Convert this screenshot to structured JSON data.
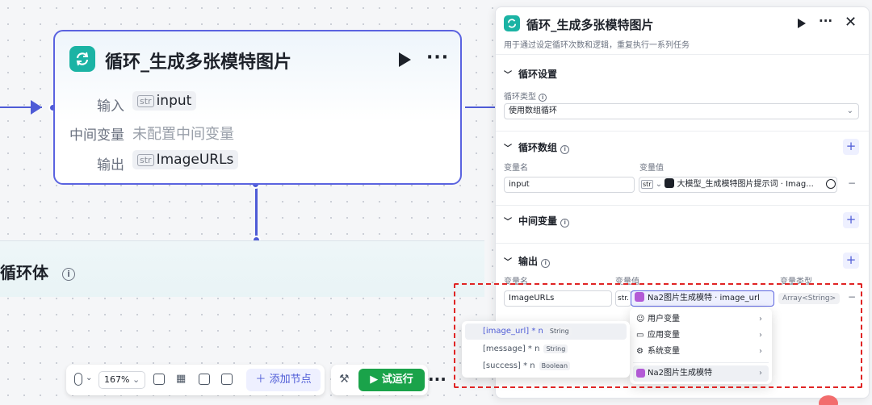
{
  "node": {
    "title": "循环_生成多张模特图片",
    "input_label": "输入",
    "input_tag": "str",
    "input_value": "input",
    "mid_label": "中间变量",
    "mid_value": "未配置中间变量",
    "output_label": "输出",
    "output_tag": "str",
    "output_value": "ImageURLs"
  },
  "loop_body": {
    "title": "循环体"
  },
  "toolbar": {
    "zoom": "167%",
    "add_node": "添加节点",
    "run": "试运行"
  },
  "panel": {
    "title": "循环_生成多张模特图片",
    "description": "用于通过设定循环次数和逻辑，重复执行一系列任务",
    "loop_settings": {
      "title": "循环设置",
      "type_label": "循环类型",
      "type_value": "使用数组循环"
    },
    "loop_array": {
      "title": "循环数组",
      "col_name": "变量名",
      "col_value": "变量值",
      "var_name": "input",
      "var_tag": "str",
      "var_value": "大模型_生成模特图片提示词 · Imag..."
    },
    "mid_vars": {
      "title": "中间变量"
    },
    "output": {
      "title": "输出",
      "col_name": "变量名",
      "col_value": "变量值",
      "col_type": "变量类型",
      "var_name": "ImageURLs",
      "var_tag": "str.",
      "var_value": "Na2图片生成模特 · image_url",
      "var_type": "Array<String>"
    }
  },
  "dropdown_fields": [
    {
      "label": "[image_url] * n",
      "type": "String"
    },
    {
      "label": "[message] * n",
      "type": "String"
    },
    {
      "label": "[success] * n",
      "type": "Boolean"
    }
  ],
  "dropdown_sources": [
    {
      "label": "用户变量",
      "icon": "user-icon"
    },
    {
      "label": "应用变量",
      "icon": "folder-icon"
    },
    {
      "label": "系统变量",
      "icon": "gear-icon"
    },
    {
      "label": "Na2图片生成模特",
      "icon": "node-icon"
    }
  ],
  "colors": {
    "accent": "#4e5bd6",
    "loop_icon": "#1bb3a4",
    "run_green": "#1aa34a",
    "highlight": "#e02424"
  }
}
